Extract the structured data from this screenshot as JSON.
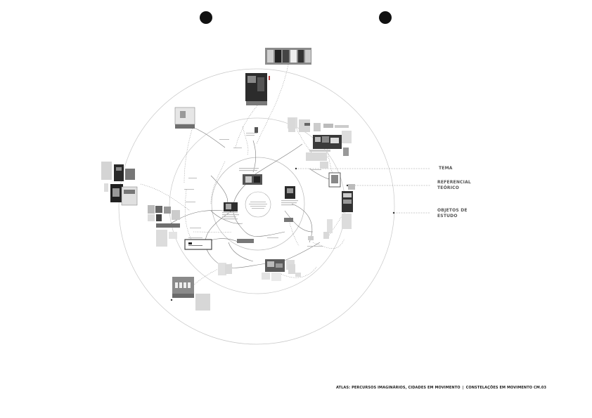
{
  "ring_labels": {
    "tema": "TEMA",
    "referencial_line1": "REFERENCIAL",
    "referencial_line2": "TEÓRICO",
    "objetos_line1": "OBJETOS DE",
    "objetos_line2": "ESTUDO"
  },
  "footer": {
    "left": "ATLAS: PERCURSOS IMAGINÁRIOS, CIDADES EM MOVIMENTO",
    "separator": "|",
    "right": "CONSTELAÇÕES EM MOVIMENTO  CM.03"
  },
  "colors": {
    "ring": "#c8c8c8",
    "connector": "#8a8a8a",
    "dashed_leader": "#9a9a9a",
    "thumb_dark": "#3a3a3a",
    "thumb_mid": "#9a9a9a",
    "text_block": "#d9d9d9"
  }
}
